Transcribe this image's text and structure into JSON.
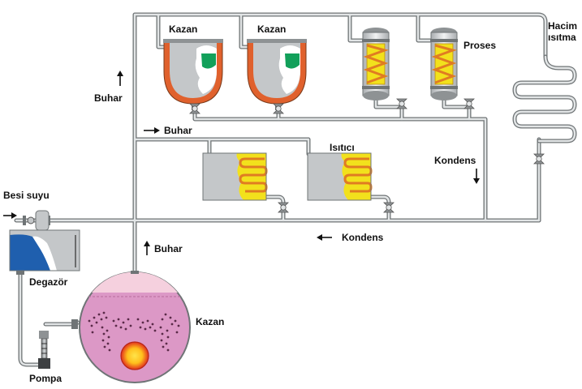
{
  "labels": {
    "kazan_1": "Kazan",
    "kazan_2": "Kazan",
    "proses": "Proses",
    "hacim_line1": "Hacim",
    "hacim_line2": "ısıtma",
    "buhar_riser": "Buhar",
    "buhar_branch": "Buhar",
    "isitici": "Isıtıcı",
    "kondens_right": "Kondens",
    "besi_suyu": "Besi suyu",
    "kondens_return": "Kondens",
    "buhar_boiler": "Buhar",
    "degazor": "Degazör",
    "kazan_boiler": "Kazan",
    "pompa": "Pompa"
  },
  "colors": {
    "pipe": "#6f7476",
    "pipe_core": "#e2e5e6",
    "vessel_grey": "#c4c7c9",
    "jacket_orange": "#e0612d",
    "product_green": "#12a05a",
    "coil_yellow": "#f2e11c",
    "coil_orange": "#e07c22",
    "water_blue": "#1f5fae",
    "boiler_pink": "#dc98c6",
    "boiler_steam": "#f5d0de",
    "flame_red": "#e2301e",
    "flame_yellow": "#ffd21e"
  }
}
